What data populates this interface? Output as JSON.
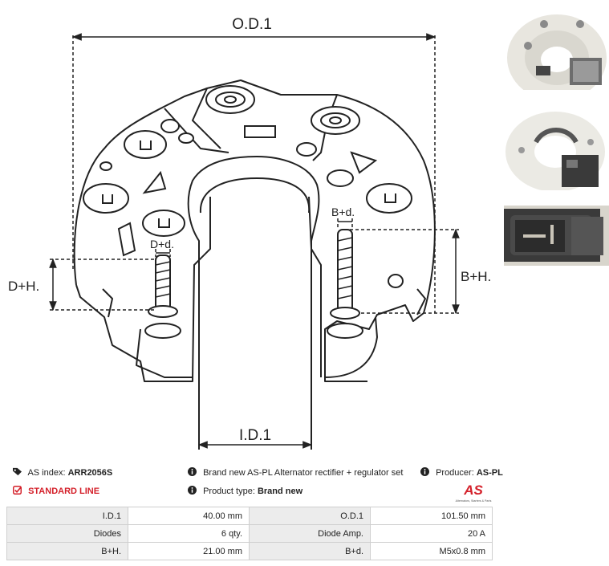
{
  "diagram": {
    "dimension_labels": {
      "od1": "O.D.1",
      "id1": "I.D.1",
      "dh": "D+H.",
      "bh": "B+H.",
      "dd": "D+d.",
      "bd": "B+d."
    }
  },
  "photos": [
    {
      "icon": "rectifier-top-photo"
    },
    {
      "icon": "rectifier-bottom-photo"
    },
    {
      "icon": "connector-plug-photo"
    }
  ],
  "info": {
    "as_index_label": "AS index:",
    "as_index_value": "ARR2056S",
    "description": "Brand new AS-PL Alternator rectifier + regulator set",
    "producer_label": "Producer:",
    "producer_value": "AS-PL",
    "line": "STANDARD LINE",
    "product_type_label": "Product type:",
    "product_type_value": "Brand new",
    "logo_text": "AS",
    "logo_tagline": "Alternators, Starters & Parts"
  },
  "colors": {
    "accent_red": "#d4202a",
    "label_bg": "#ececec",
    "border": "#cfcfcf"
  },
  "specs": [
    {
      "label1": "I.D.1",
      "value1": "40.00 mm",
      "label2": "O.D.1",
      "value2": "101.50 mm"
    },
    {
      "label1": "Diodes",
      "value1": "6 qty.",
      "label2": "Diode Amp.",
      "value2": "20 A"
    },
    {
      "label1": "B+H.",
      "value1": "21.00 mm",
      "label2": "B+d.",
      "value2": "M5x0.8 mm"
    }
  ]
}
